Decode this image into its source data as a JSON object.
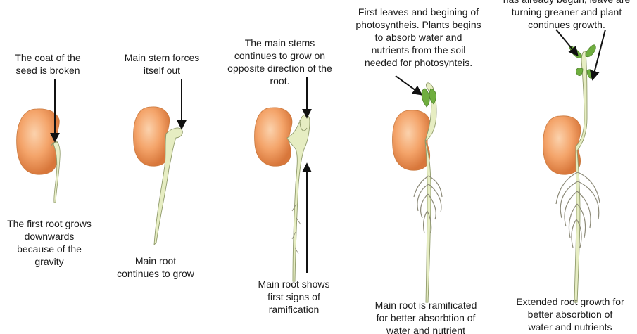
{
  "stages": [
    {
      "top_label": "The coat of the\nseed is broken",
      "bottom_label": "The first root grows\ndownwards\nbecause of the\ngravity"
    },
    {
      "top_label": "Main stem forces\nitself out",
      "bottom_label": "Main root\ncontinues to grow"
    },
    {
      "top_label": "The main stems\ncontinues to grow on\nopposite direction of the\nroot.",
      "bottom_label": "Main root shows\nfirst signs of\nramification"
    },
    {
      "top_label": "First leaves and begining of\nphotosyntheis. Plants begins\nto absorb water and\nnutrients from the soil\nneeded for photosynteis.",
      "bottom_label": "Main root is ramificated\nfor better absorbtion of\nwater and nutrient"
    },
    {
      "top_label": "has already begun, leave are\nturning greaner and plant\ncontinues growth.",
      "bottom_label": "Extended root growth for\nbetter absorbtion of\nwater and nutrients"
    }
  ],
  "colors": {
    "seed_light": "#f9c193",
    "seed_mid": "#f29a5c",
    "seed_dark": "#d9783d",
    "stem": "#e6edc2",
    "stem_outline": "#8f9a6a",
    "leaf": "#6fae3f",
    "root": "#f1f0e0",
    "root_outline": "#8c8a78",
    "arrow": "#111111"
  }
}
